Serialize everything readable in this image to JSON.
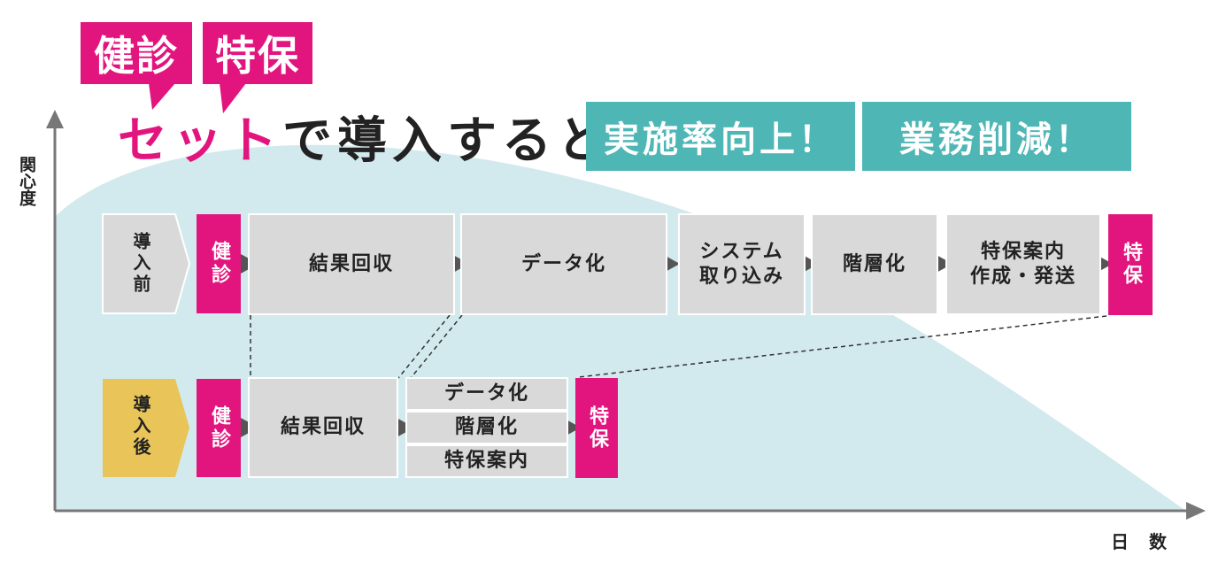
{
  "tags": {
    "kenshin": "健診",
    "tokuho": "特保"
  },
  "headline": {
    "highlight": "セット",
    "rest": "で導入すると"
  },
  "benefits": [
    "実施率向上！",
    "業務削減！"
  ],
  "axes": {
    "y": "関心度",
    "x": "日 数"
  },
  "before": {
    "label": "導入前",
    "kenshin": "健診",
    "steps": [
      "結果回収",
      "データ化",
      "システム\n取り込み",
      "階層化",
      "特保案内\n作成・発送"
    ],
    "tokuho": "特保"
  },
  "after": {
    "label": "導入後",
    "kenshin": "健診",
    "step": "結果回収",
    "stacked": [
      "データ化",
      "階層化",
      "特保案内"
    ],
    "tokuho": "特保"
  },
  "colors": {
    "pink": "#e2157e",
    "teal": "#4fb6b6",
    "gray": "#d9d9d9",
    "yellow": "#e8c459",
    "curve": "#d2eaed"
  }
}
